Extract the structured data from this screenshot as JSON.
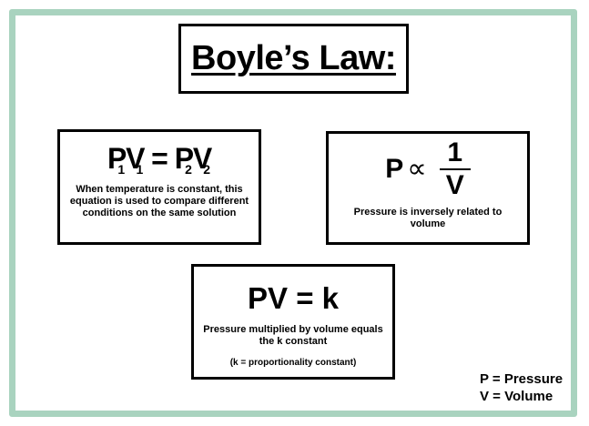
{
  "title": "Boyle’s Law:",
  "cards": [
    {
      "equation": {
        "p1": "P",
        "s1": "1",
        "v1": "V",
        "s2": "1",
        "eq": "=",
        "p2": "P",
        "s3": "2",
        "v2": "V",
        "s4": "2"
      },
      "description": "When temperature is constant, this equation is used to compare different conditions on the same solution"
    },
    {
      "equation": {
        "lhs": "P",
        "symbol": "∝",
        "numerator": "1",
        "denominator": "V"
      },
      "description": "Pressure is inversely related to volume"
    },
    {
      "equation": {
        "text": "PV = k"
      },
      "description": "Pressure multiplied by volume equals the k constant",
      "note": "(k = proportionality constant)"
    }
  ],
  "legend": [
    "P = Pressure",
    "V = Volume"
  ],
  "colors": {
    "frame": "#a9d3bf",
    "border": "#000000"
  }
}
